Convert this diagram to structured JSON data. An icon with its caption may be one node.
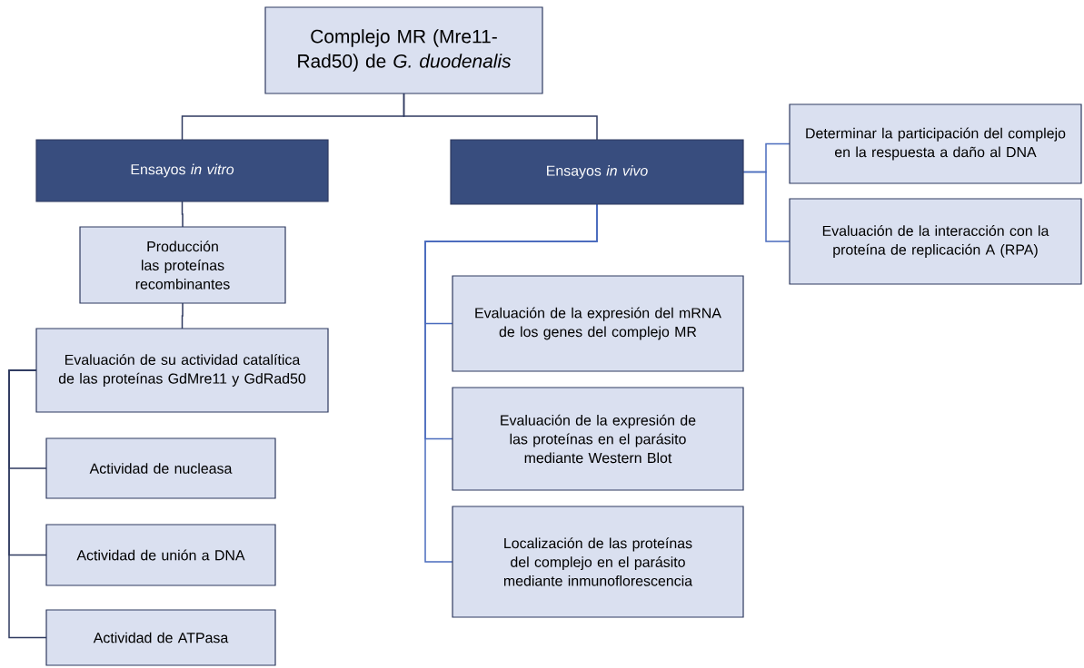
{
  "diagram": {
    "nodes": [
      {
        "text": [
          "Complejo MR (Mre11-Rad50) de *G. duodenalis*"
        ]
      },
      {
        "text": [
          "Ensayos *in vitro*"
        ]
      },
      {
        "text": [
          "Ensayos *in vivo*"
        ]
      },
      {
        "text": [
          "Producción las proteínas recombinantes"
        ]
      },
      {
        "text": [
          "Evaluación de su actividad catalítica de las proteínas GdMre11 y GdRad50"
        ]
      },
      {
        "text": [
          "Actividad de nucleasa"
        ]
      },
      {
        "text": [
          "Actividad de unión a DNA"
        ]
      },
      {
        "text": [
          "Actividad de ATPasa"
        ]
      },
      {
        "text": [
          "Determinar la participación del complejo en la respuesta a daño al DNA"
        ]
      },
      {
        "text": [
          "Evaluación de la interacción con la proteína de replicación A (RPA)"
        ]
      },
      {
        "text": [
          "Evaluación de la expresión del mRNA de los genes del complejo MR"
        ]
      },
      {
        "text": [
          "Evaluación de la expresión de las proteínas en el parásito mediante Western Blot"
        ]
      },
      {
        "text": [
          "Localización de las proteínas del complejo en el parásito mediante inmunoflorescencia"
        ]
      }
    ],
    "edges": [
      {
        "from": 0,
        "to": 1,
        "arrow": "none"
      },
      {
        "from": 0,
        "to": 2,
        "arrow": "none"
      },
      {
        "from": 1,
        "to": 3,
        "arrow": "none"
      },
      {
        "from": 3,
        "to": 4,
        "arrow": "none"
      },
      {
        "from": 4,
        "to": 5,
        "arrow": "none"
      },
      {
        "from": 4,
        "to": 6,
        "arrow": "none"
      },
      {
        "from": 4,
        "to": 7,
        "arrow": "none"
      },
      {
        "from": 2,
        "to": 8,
        "arrow": "none",
        "color": "#4a6bbd"
      },
      {
        "from": 2,
        "to": 9,
        "arrow": "none",
        "color": "#4a6bbd"
      },
      {
        "from": 2,
        "to": 10,
        "arrow": "none",
        "color": "#4a6bbd"
      },
      {
        "from": 2,
        "to": 11,
        "arrow": "none",
        "color": "#4a6bbd"
      },
      {
        "from": 2,
        "to": 12,
        "arrow": "none",
        "color": "#4a6bbd"
      }
    ]
  }
}
